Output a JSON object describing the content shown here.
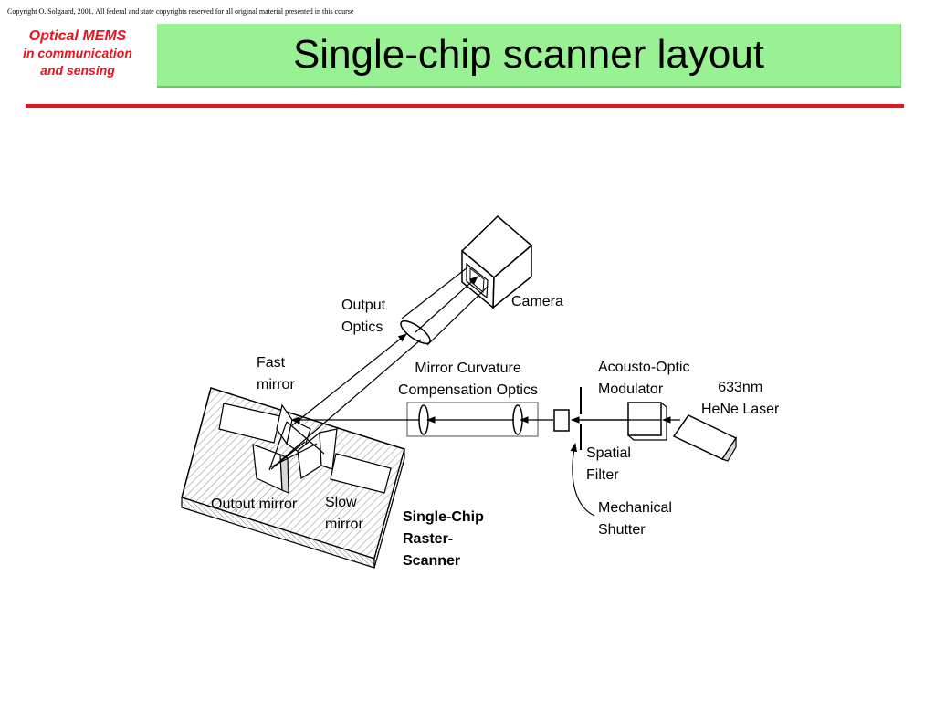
{
  "copyright": "Copyright O. Solgaard, 2001. All federal and state copyrights reserved for all original material presented in this course",
  "course": {
    "line1": "Optical MEMS",
    "line2": "in communication",
    "line3": "and sensing"
  },
  "title": "Single-chip scanner layout",
  "colors": {
    "course_title": "#e8141c",
    "rule": "#e8141c",
    "banner": "#99f193"
  },
  "diagram": {
    "labels": {
      "camera": "Camera",
      "output_optics": "Output\nOptics",
      "fast_mirror": "Fast\nmirror",
      "mirror_curvature": "Mirror Curvature\nCompensation Optics",
      "acousto_optic": "Acousto-Optic\nModulator",
      "laser": "633nm\nHeNe Laser",
      "spatial_filter": "Spatial\nFilter",
      "mechanical_shutter": "Mechanical\nShutter",
      "output_mirror": "Output mirror",
      "slow_mirror": "Slow\nmirror",
      "single_chip": "Single-Chip\nRaster-\nScanner"
    }
  }
}
